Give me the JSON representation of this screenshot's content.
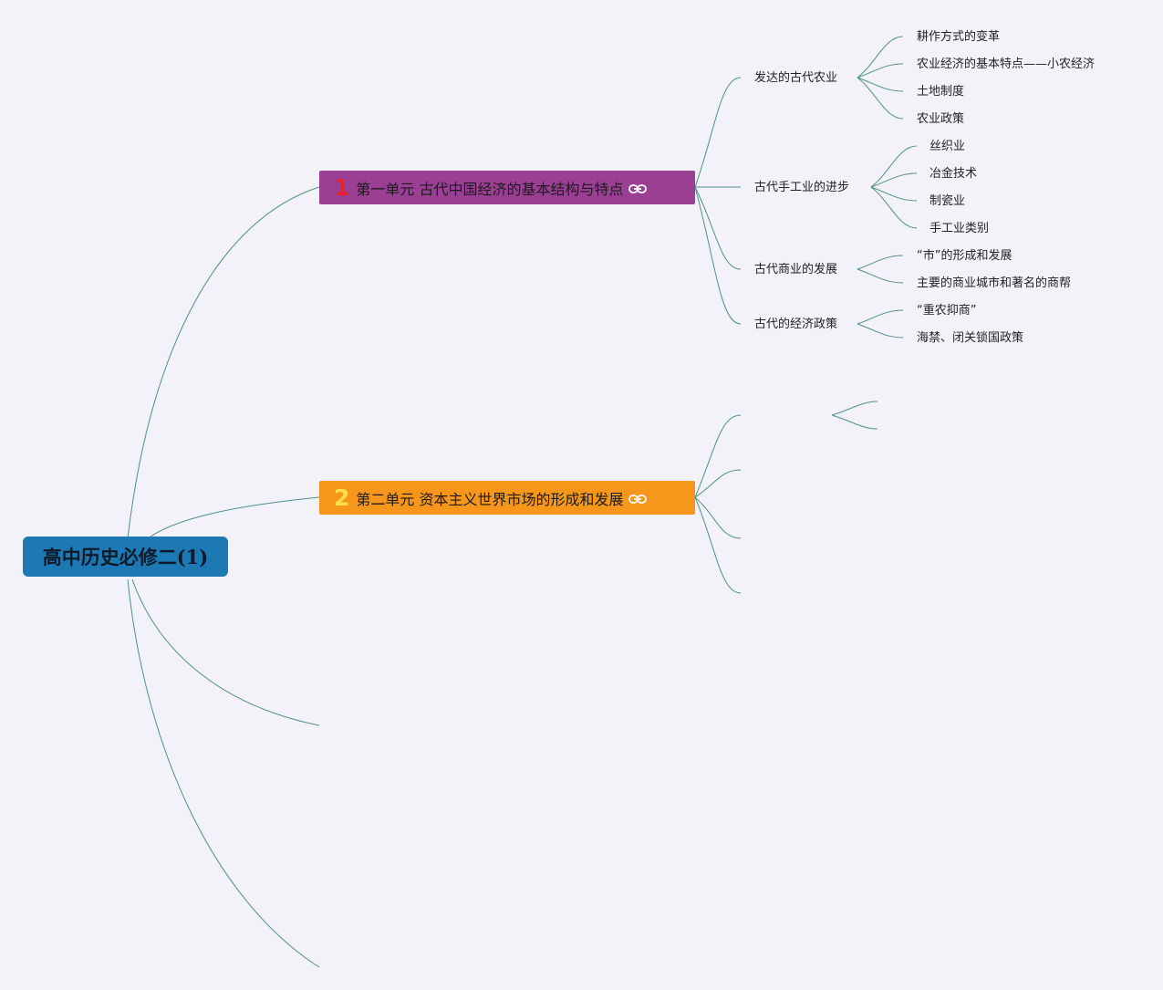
{
  "root": {
    "label": "高中历史必修二(1)"
  },
  "branches": [
    {
      "number": "1",
      "title": "第一单元 古代中国经济的基本结构与特点",
      "color": "#9b3f95",
      "children": [
        {
          "label": "发达的古代农业",
          "children": [
            "耕作方式的变革",
            "农业经济的基本特点——小农经济",
            "土地制度",
            "农业政策"
          ]
        },
        {
          "label": "古代手工业的进步",
          "children": [
            "丝织业",
            "冶金技术",
            "制瓷业",
            "手工业类别"
          ]
        },
        {
          "label": "古代商业的发展",
          "children": [
            "“市”的形成和发展",
            "主要的商业城市和著名的商帮"
          ]
        },
        {
          "label": "古代的经济政策",
          "children": [
            "“重农抑商”",
            "海禁、闭关锁国政策"
          ]
        }
      ]
    },
    {
      "number": "2",
      "title": "第二单元 资本主义世界市场的形成和发展",
      "color": "#f6961b",
      "children": []
    }
  ],
  "colors": {
    "background": "#f3f2f8",
    "root": "#1c79b4",
    "connector": "#4f8f86",
    "branch_1_number": "#e8232f",
    "branch_2_number": "#fbe04a"
  },
  "icons": {
    "branch_link": "link-icon"
  }
}
